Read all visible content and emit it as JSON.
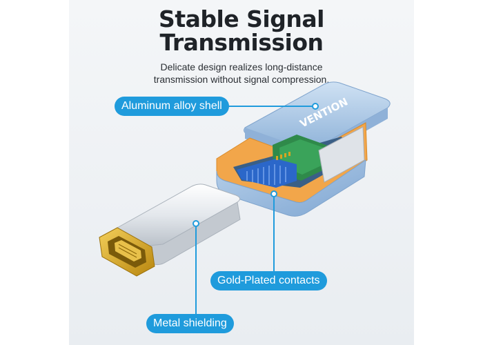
{
  "heading": {
    "line1": "Stable Signal",
    "line2": "Transmission"
  },
  "subheading": {
    "line1": "Delicate design realizes long-distance",
    "line2": "transmission without signal compression."
  },
  "brand": "VENTION",
  "callouts": {
    "shell": "Aluminum alloy shell",
    "contacts": "Gold-Plated contacts",
    "shielding": "Metal shielding"
  },
  "colors": {
    "accent": "#1f9bdc",
    "shell_blue": "#a9c7e6",
    "inner_orange": "#f2a64a",
    "gold": "#d9a521",
    "pcb_green": "#2f8a4a",
    "metal": "#dfe3e8"
  }
}
